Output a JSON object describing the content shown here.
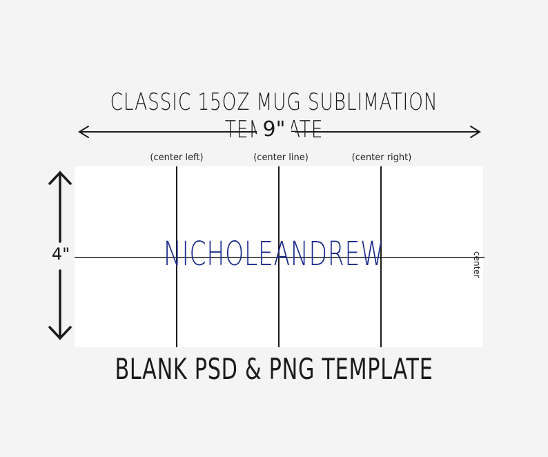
{
  "title": "CLASSIC 15OZ MUG SUBLIMATION TEMPLATE",
  "width_label": "9\"",
  "height_label": "4\"",
  "guides": {
    "center_left": "(center left)",
    "center_line": "(center line)",
    "center_right": "(center right)",
    "center_horizontal": "center"
  },
  "watermark": "NICHOLEANDREW",
  "footer": "BLANK PSD & PNG TEMPLATE",
  "colors": {
    "background": "#f4f4f4",
    "template": "#ffffff",
    "lines": "#1a1a1a",
    "watermark": "#1c2d8c"
  }
}
